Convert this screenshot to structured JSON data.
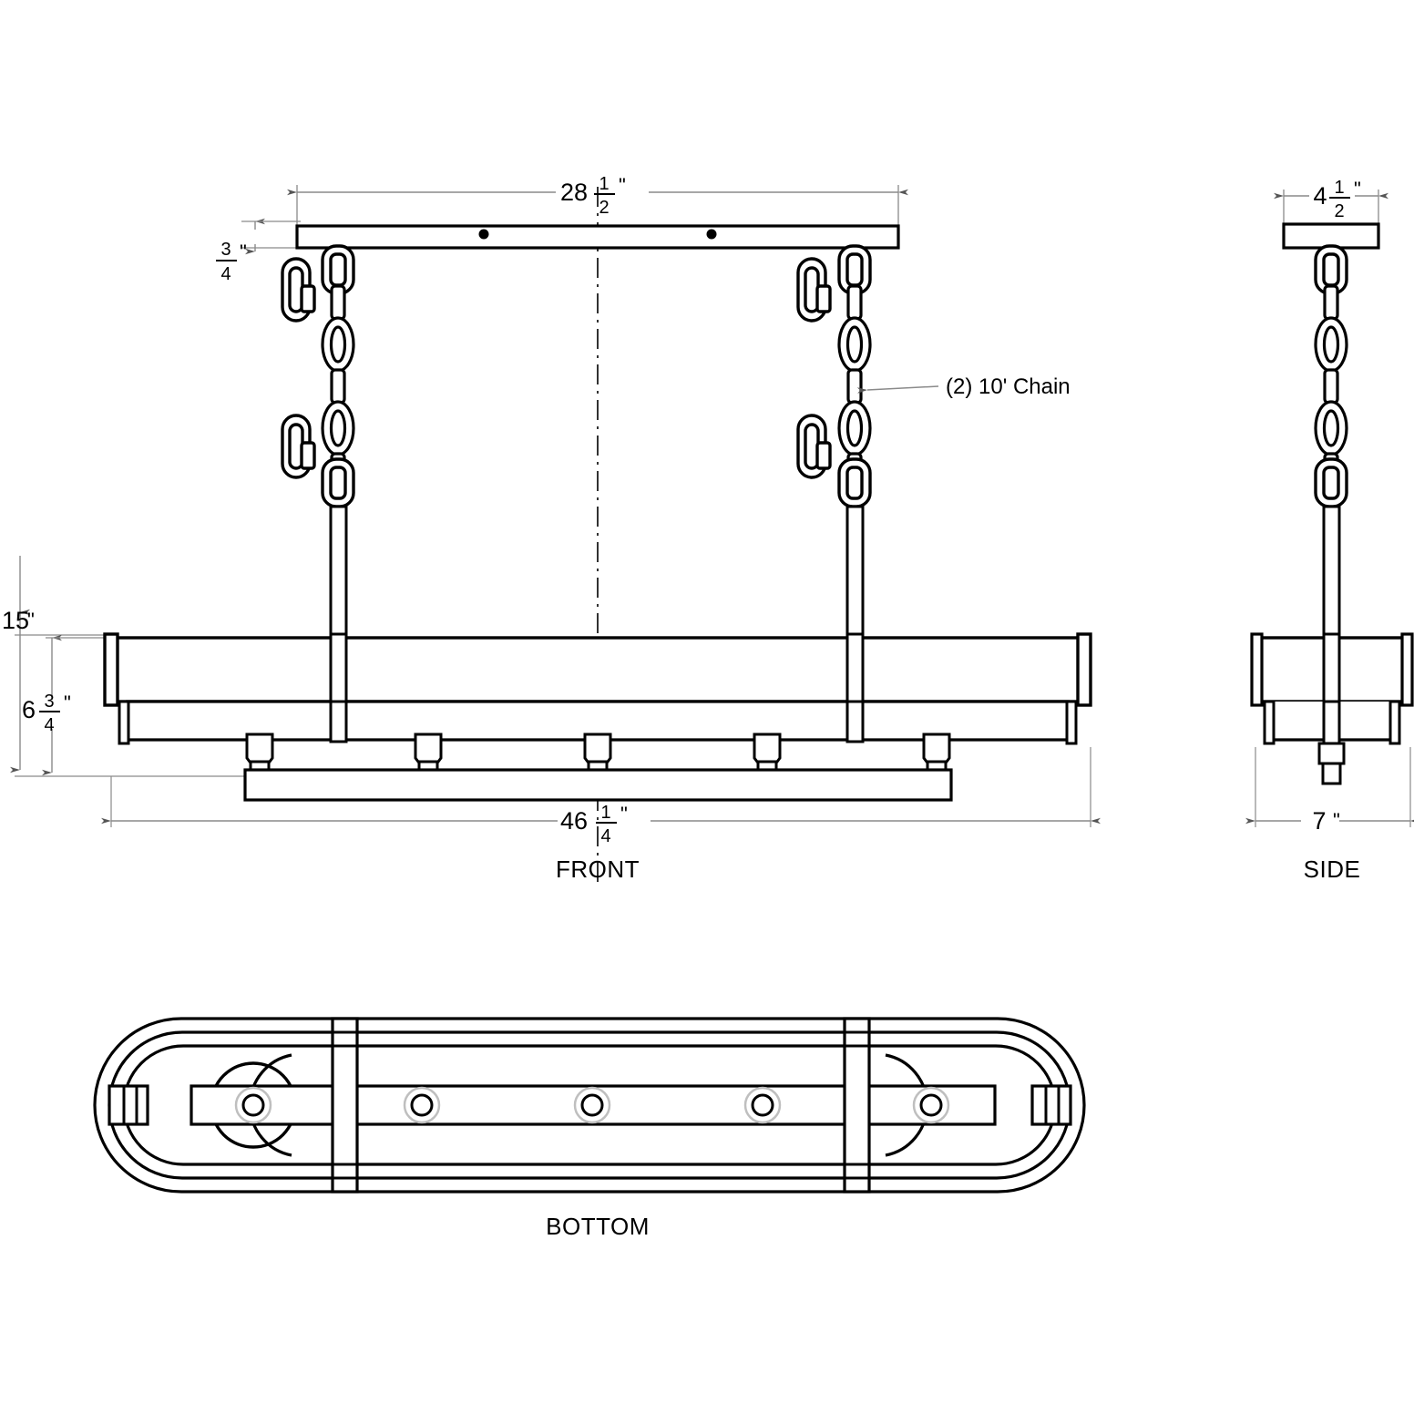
{
  "drawing": {
    "title": "Linear Chandelier Dimensional Drawing",
    "line_color": "#000000",
    "dim_line_color": "#8a8a8a",
    "background": "#ffffff"
  },
  "views": [
    {
      "key": "front",
      "label": "FRONT"
    },
    {
      "key": "side",
      "label": "SIDE"
    },
    {
      "key": "bottom",
      "label": "BOTTOM"
    }
  ],
  "front_view": {
    "label": "FRONT",
    "dimensions": {
      "canopy_width": {
        "whole": "28",
        "numerator": "1",
        "denominator": "2",
        "unit": "\""
      },
      "canopy_height": {
        "whole": "",
        "numerator": "3",
        "denominator": "4",
        "unit": "\""
      },
      "overall_height": {
        "whole": "15",
        "numerator": "",
        "denominator": "",
        "unit": "\""
      },
      "body_height": {
        "whole": "6",
        "numerator": "3",
        "denominator": "4",
        "unit": "\""
      },
      "overall_width": {
        "whole": "46",
        "numerator": "1",
        "denominator": "4",
        "unit": "\""
      }
    },
    "annotation": {
      "chain_note": "(2) 10' Chain"
    },
    "socket_count": 5
  },
  "side_view": {
    "label": "SIDE",
    "dimensions": {
      "canopy_depth": {
        "whole": "4",
        "numerator": "1",
        "denominator": "2",
        "unit": "\""
      },
      "body_depth": {
        "whole": "7",
        "numerator": "",
        "denominator": "",
        "unit": "\""
      }
    }
  },
  "bottom_view": {
    "label": "BOTTOM",
    "socket_count": 5,
    "ring_count": 3
  }
}
